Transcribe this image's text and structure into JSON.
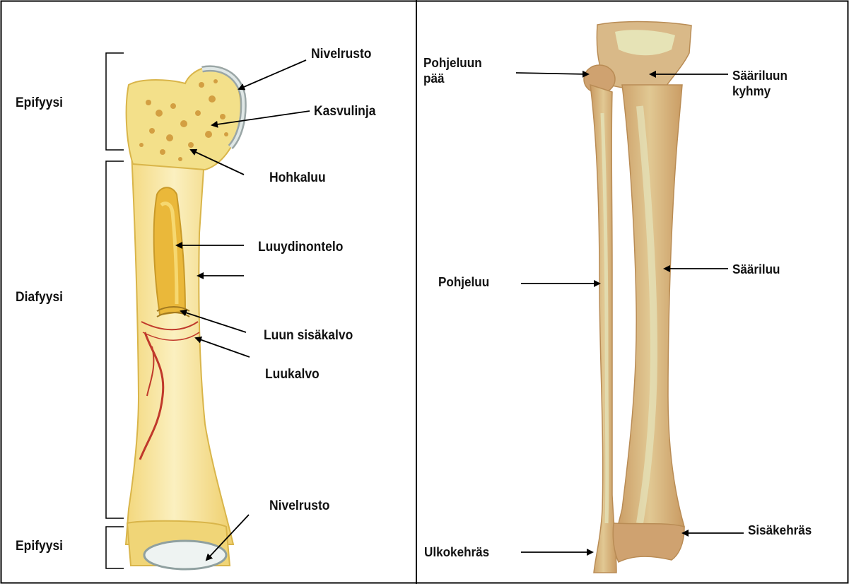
{
  "left_panel": {
    "brackets": {
      "top": "Epifyysi",
      "middle": "Diafyysi",
      "bottom": "Epifyysi"
    },
    "labels": {
      "cartilage_top": "Nivelrusto",
      "growth_line": "Kasvulinja",
      "spongy_bone": "Hohkaluu",
      "marrow_cavity": "Luuydinontelo",
      "endosteum": "Luun sisäkalvo",
      "periosteum": "Luukalvo",
      "cartilage_bottom": "Nivelrusto"
    }
  },
  "right_panel": {
    "labels": {
      "fibula_head_line1": "Pohjeluun",
      "fibula_head_line2": "pää",
      "tibia_tuberosity_line1": "Sääriluun",
      "tibia_tuberosity_line2": "kyhmy",
      "fibula": "Pohjeluu",
      "tibia": "Sääriluu",
      "lateral_malleolus": "Ulkokehräs",
      "medial_malleolus": "Sisäkehräs"
    }
  },
  "colors": {
    "border": "#000000",
    "bone_light": "#f7e7a0",
    "bone_mid": "#eccf6a",
    "spongy": "#c98a2a",
    "vessel": "#c0392b",
    "leg_bone": "#d9b98a",
    "leg_bone_dark": "#b98c55",
    "leg_bone_light": "#e4e2b8"
  }
}
